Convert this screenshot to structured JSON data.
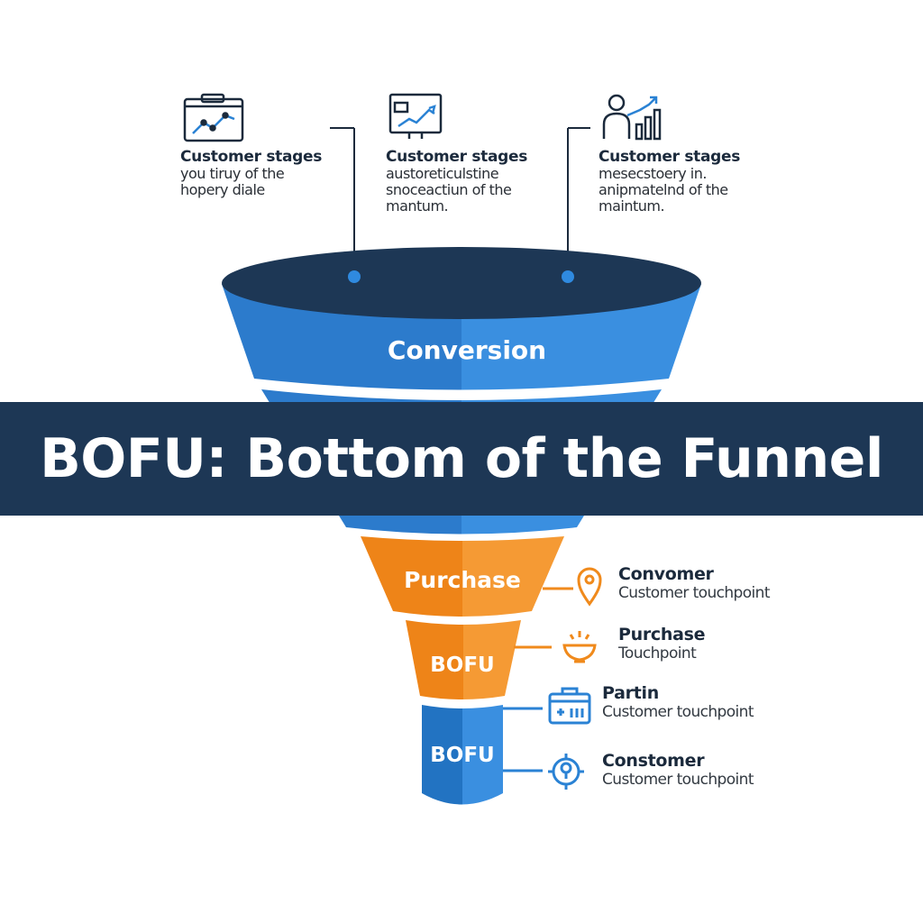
{
  "banner": {
    "title": "BOFU: Bottom of the Funnel"
  },
  "stage_cards": [
    {
      "icon": "calendar-chart-icon",
      "title": "Customer stages",
      "lines": [
        "you tiruy of the",
        "hopery diale"
      ]
    },
    {
      "icon": "presentation-chart-icon",
      "title": "Customer stages",
      "lines": [
        "austoreticulstine",
        "snoceactiun of the",
        "mantum."
      ]
    },
    {
      "icon": "growth-person-icon",
      "title": "Customer stages",
      "lines": [
        "mesecstoery in.",
        "anipmatelnd of the",
        "maintum."
      ]
    }
  ],
  "funnel": {
    "segments": [
      {
        "label": "Conversion",
        "color": "#2f80d0"
      },
      {
        "label": "Purchase",
        "color": "#f08a1c"
      },
      {
        "label": "BOFU",
        "color": "#f08a1c"
      },
      {
        "label": "BOFU",
        "color": "#2a82d4"
      }
    ],
    "rim_color": "#1d3755"
  },
  "touchpoints": [
    {
      "icon": "location-pin-icon",
      "title": "Convomer",
      "subtitle": "Customer touchpoint",
      "icon_color": "#f08a1c"
    },
    {
      "icon": "bowl-icon",
      "title": "Purchase",
      "subtitle": "Touchpoint",
      "icon_color": "#f08a1c"
    },
    {
      "icon": "toolbox-icon",
      "title": "Partin",
      "subtitle": "Customer touchpoint",
      "icon_color": "#2a82d4"
    },
    {
      "icon": "target-tree-icon",
      "title": "Constomer",
      "subtitle": "Customer touchpoint",
      "icon_color": "#2a82d4"
    }
  ]
}
